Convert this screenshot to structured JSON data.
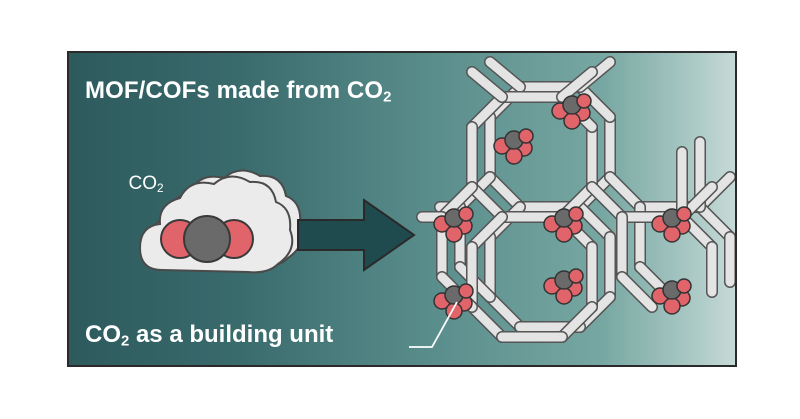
{
  "title": {
    "main": "MOF/COFs made from CO",
    "sub": "2"
  },
  "caption": {
    "main": "CO",
    "sub": "2",
    "rest": " as a building unit"
  },
  "molecule_label": {
    "main": "CO",
    "sub": "2"
  },
  "colors": {
    "panel_dark": "#2d5a5d",
    "panel_light": "#c6dad7",
    "arrow": "#1f4b4f",
    "oxygen": "#e0646a",
    "carbon": "#6a6a6a",
    "linker": "#e4e4e4"
  }
}
